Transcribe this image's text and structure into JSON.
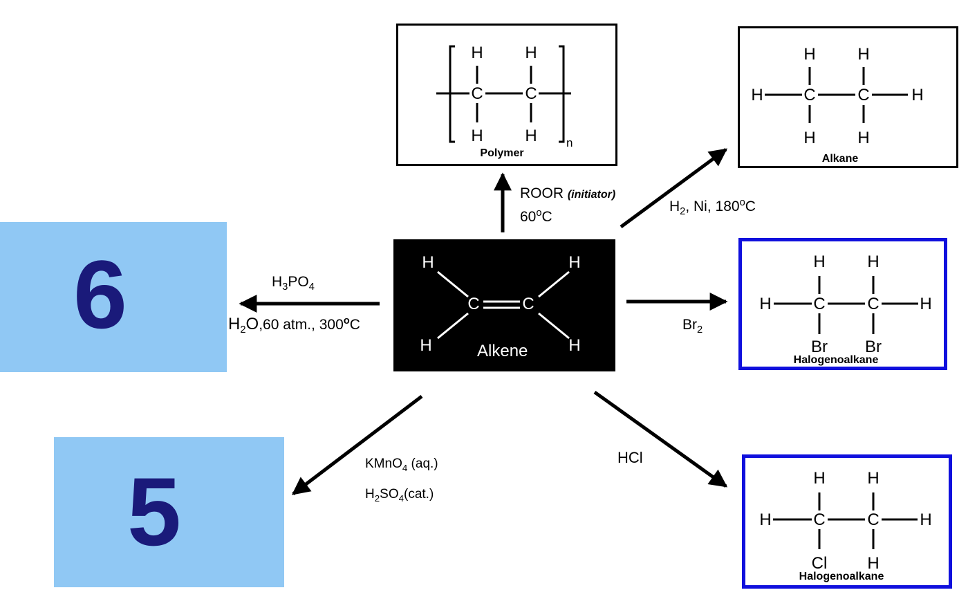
{
  "center": {
    "caption": "Alkene",
    "atoms": [
      "H",
      "H",
      "C",
      "C",
      "H",
      "H"
    ]
  },
  "polymer": {
    "caption": "Polymer",
    "atoms": [
      "H",
      "H",
      "C",
      "C",
      "H",
      "H"
    ],
    "subscript": "n"
  },
  "alkane": {
    "caption": "Alkane",
    "atoms": [
      "H",
      "H",
      "H",
      "C",
      "C",
      "H",
      "H",
      "H"
    ]
  },
  "halo_br": {
    "caption": "Halogenoalkane",
    "atoms": [
      "H",
      "H",
      "H",
      "C",
      "C",
      "H",
      "Br",
      "Br"
    ]
  },
  "halo_cl": {
    "caption": "Halogenoalkane",
    "atoms": [
      "H",
      "H",
      "H",
      "C",
      "C",
      "H",
      "Cl",
      "H"
    ]
  },
  "reagents": {
    "polymer_main": "ROOR",
    "polymer_init": "(initiator)",
    "polymer_temp": "60",
    "polymer_temp_sup": "o",
    "polymer_temp_unit": "C",
    "alkane_h": "H",
    "alkane_sub": "2",
    "alkane_rest": ", Ni, 180",
    "alkane_sup": "o",
    "alkane_unit": "C",
    "br_main": "Br",
    "br_sub": "2",
    "hcl": "HCl",
    "hydration_h": "H",
    "hydration_h_sub": "3",
    "hydration_po": "PO",
    "hydration_po_sub": "4",
    "hydration_water_h": "H",
    "hydration_water_sub": "2",
    "hydration_water_o": "O",
    "hydration_cond": ",60 atm., 300",
    "hydration_sup": "o",
    "hydration_unit": "C",
    "ox_kmno": "KMnO",
    "ox_kmno_sub": "4",
    "ox_aq": " (aq.)",
    "ox_h": "H",
    "ox_h_sub": "2",
    "ox_so": "SO",
    "ox_so_sub": "4",
    "ox_cat": "(cat.)"
  },
  "answer_boxes": {
    "box6": "6",
    "box5": "5"
  },
  "colors": {
    "answer_bg": "#90c8f4",
    "answer_text": "#1a1a7a",
    "highlight_border": "#1010dd",
    "center_bg": "#000000"
  }
}
